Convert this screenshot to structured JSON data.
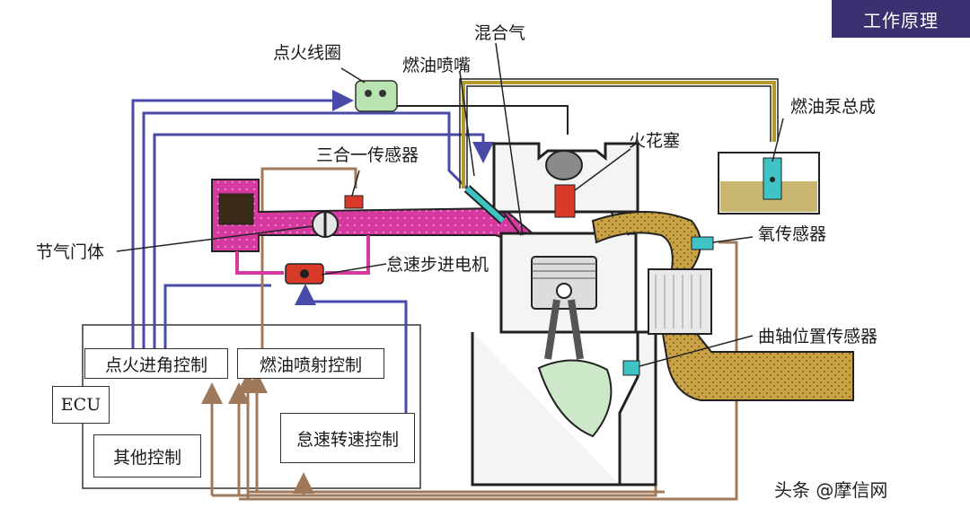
{
  "title_badge": "工作原理",
  "labels": {
    "ignition_coil": "点火线圈",
    "fuel_injector": "燃油喷嘴",
    "mixture": "混合气",
    "fuel_pump_assembly": "燃油泵总成",
    "three_in_one_sensor": "三合一传感器",
    "spark_plug": "火花塞",
    "throttle_body": "节气门体",
    "idle_stepper_motor": "怠速步进电机",
    "oxygen_sensor": "氧传感器",
    "crank_position_sensor": "曲轴位置传感器"
  },
  "ecu": {
    "name": "ECU",
    "ignition_control": "点火进角控制",
    "fuel_injection_control": "燃油喷射控制",
    "idle_speed_control": "怠速转速控制",
    "other_control": "其他控制"
  },
  "watermark": "头条 @摩信网",
  "colors": {
    "badge": "#3b3070",
    "control_wire": "#4a4aa8",
    "sensor_wire": "#a0785a",
    "intake": "#d63aa0",
    "fuel_line": "#b39a2a",
    "exhaust": "#c9a246"
  }
}
